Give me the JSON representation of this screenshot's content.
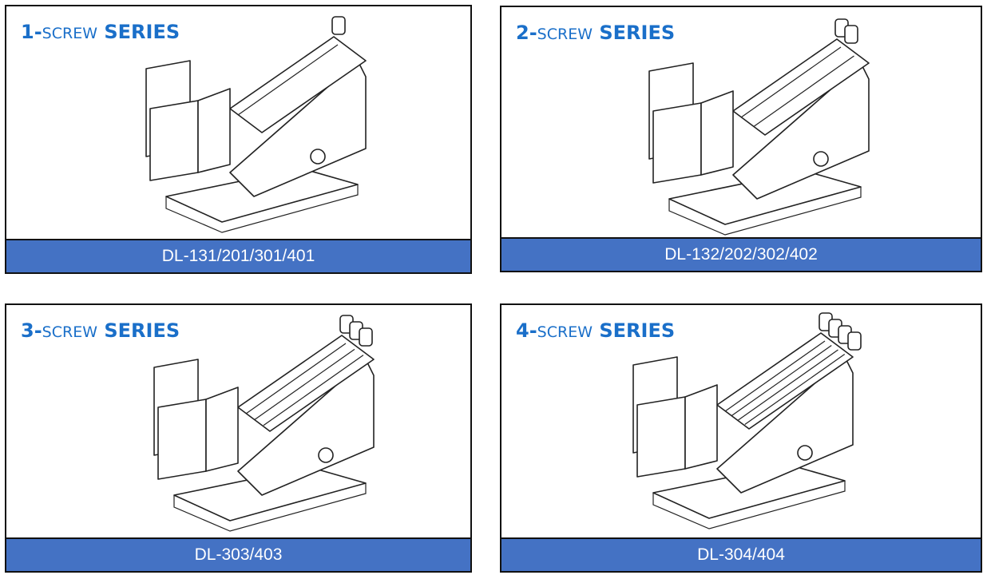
{
  "panels": [
    {
      "number": "1-",
      "screw": "SCREW",
      "series": "SERIES",
      "model": "DL-131/201/301/401",
      "screws": 1
    },
    {
      "number": "2-",
      "screw": "SCREW",
      "series": "SERIES",
      "model": "DL-132/202/302/402",
      "screws": 2
    },
    {
      "number": "3-",
      "screw": "SCREW",
      "series": "SERIES",
      "model": "DL-303/403",
      "screws": 3
    },
    {
      "number": "4-",
      "screw": "SCREW",
      "series": "SERIES",
      "model": "DL-304/404",
      "screws": 4
    }
  ],
  "colors": {
    "title": "#1a6fc9",
    "caption_bg": "#4472C4"
  }
}
